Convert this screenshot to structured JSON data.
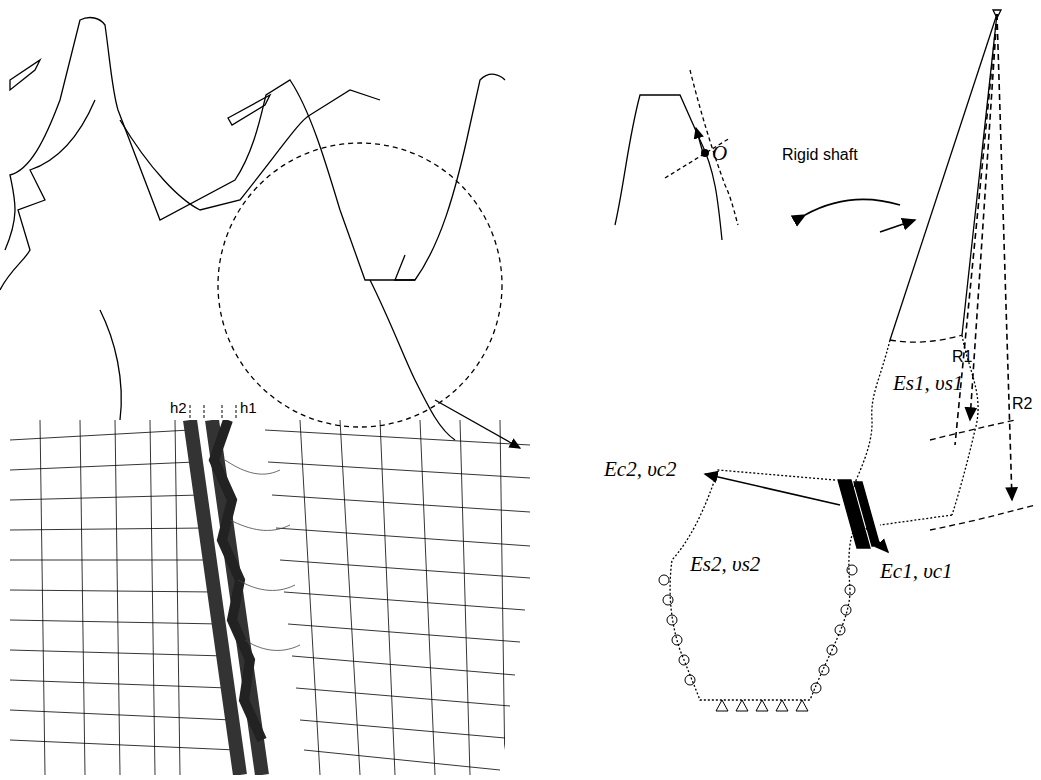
{
  "diagram": {
    "labels": [
      "O",
      "Rigid shaft",
      "Es1, υs1",
      "R1",
      "R2",
      "Ec2, υc2",
      "Ec1, υc1",
      "Es2, υs2",
      "h2",
      "h1"
    ]
  }
}
